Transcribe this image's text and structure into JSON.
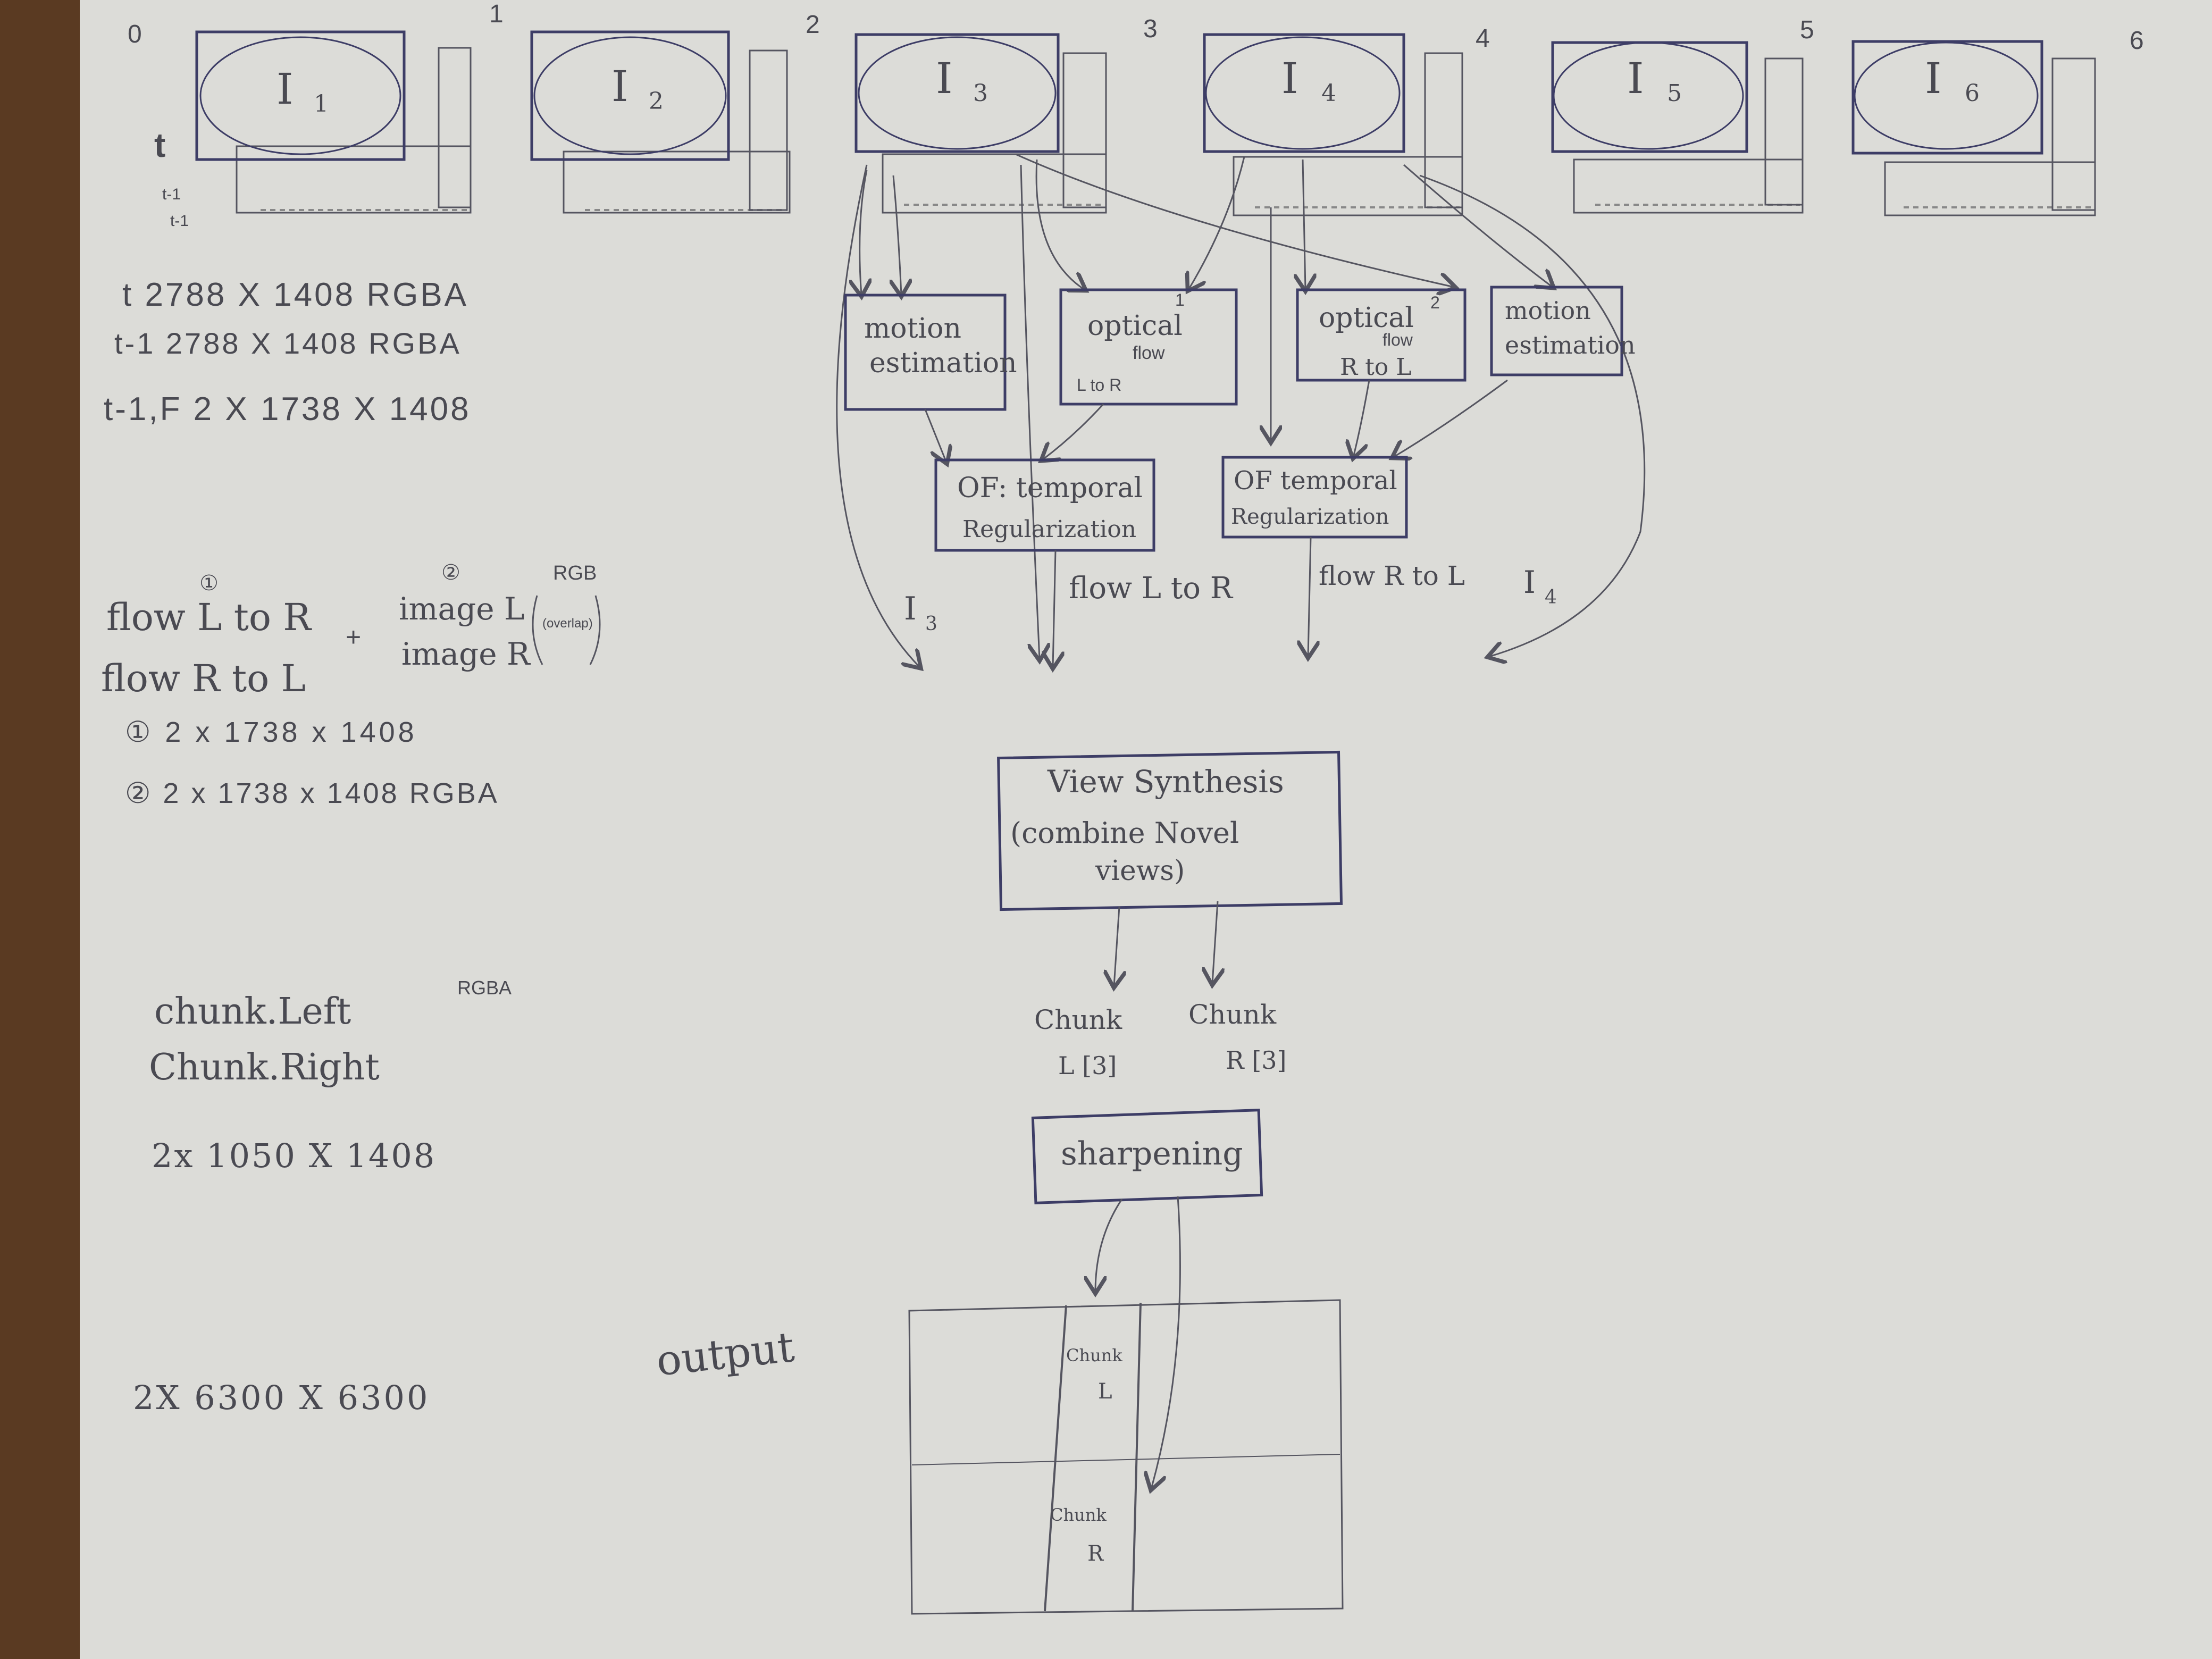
{
  "frame_numbers": [
    "0",
    "1",
    "2",
    "3",
    "4",
    "5",
    "6"
  ],
  "frames": [
    {
      "label": "I",
      "sub": "1"
    },
    {
      "label": "I",
      "sub": "2"
    },
    {
      "label": "I",
      "sub": "3"
    },
    {
      "label": "I",
      "sub": "4"
    },
    {
      "label": "I",
      "sub": "5"
    },
    {
      "label": "I",
      "sub": "6"
    }
  ],
  "time_labels": {
    "t": "t",
    "t1a": "t-1",
    "t1b": "t-1"
  },
  "specs": {
    "line1": "t  2788 X 1408 RGBA",
    "line2": "t-1 2788 X 1408 RGBA",
    "line3": "t-1,F  2 X 1738 X 1408"
  },
  "flow_notes": {
    "circ1": "①",
    "circ2": "②",
    "rgb": "RGB",
    "flow_l_to_r": "flow L to R",
    "flow_r_to_l": "flow R to L",
    "plus": "+",
    "image_l": "image L",
    "image_r": "image R",
    "overlap": "(overlap)",
    "dim1": "① 2 x 1738 x 1408",
    "dim2": "② 2 x 1738 x 1408 RGBA"
  },
  "chunk_notes": {
    "left": "chunk.Left",
    "right": "Chunk.Right",
    "rgba": "RGBA",
    "dims": "2x 1050 X 1408"
  },
  "output_dims": "2X 6300 X 6300",
  "output_label": "output",
  "process_boxes": {
    "motion1": [
      "motion",
      "estimation"
    ],
    "optical1": [
      "optical",
      "flow",
      "L to R"
    ],
    "optical1_num": "1",
    "optical2": [
      "optical",
      "flow",
      "R to L"
    ],
    "optical2_num": "2",
    "motion2": [
      "motion",
      "estimation"
    ],
    "of_reg1": [
      "OF: temporal",
      "Regularization"
    ],
    "of_reg2": [
      "OF temporal",
      "Regularization"
    ]
  },
  "arrow_labels": {
    "i3": "I",
    "i3_sub": "3",
    "flow_ltor": "flow L to R",
    "flow_rtol": "flow R to L",
    "i4": "I",
    "i4_sub": "4"
  },
  "view_synthesis": [
    "View Synthesis",
    "(combine Novel",
    "views)"
  ],
  "chunk_outputs": {
    "left": [
      "Chunk",
      "L [3]"
    ],
    "right": [
      "Chunk",
      "R [3]"
    ]
  },
  "sharpening": "sharpening",
  "output_chunks": {
    "left": [
      "Chunk",
      "L"
    ],
    "right": [
      "Chunk",
      "R"
    ]
  }
}
